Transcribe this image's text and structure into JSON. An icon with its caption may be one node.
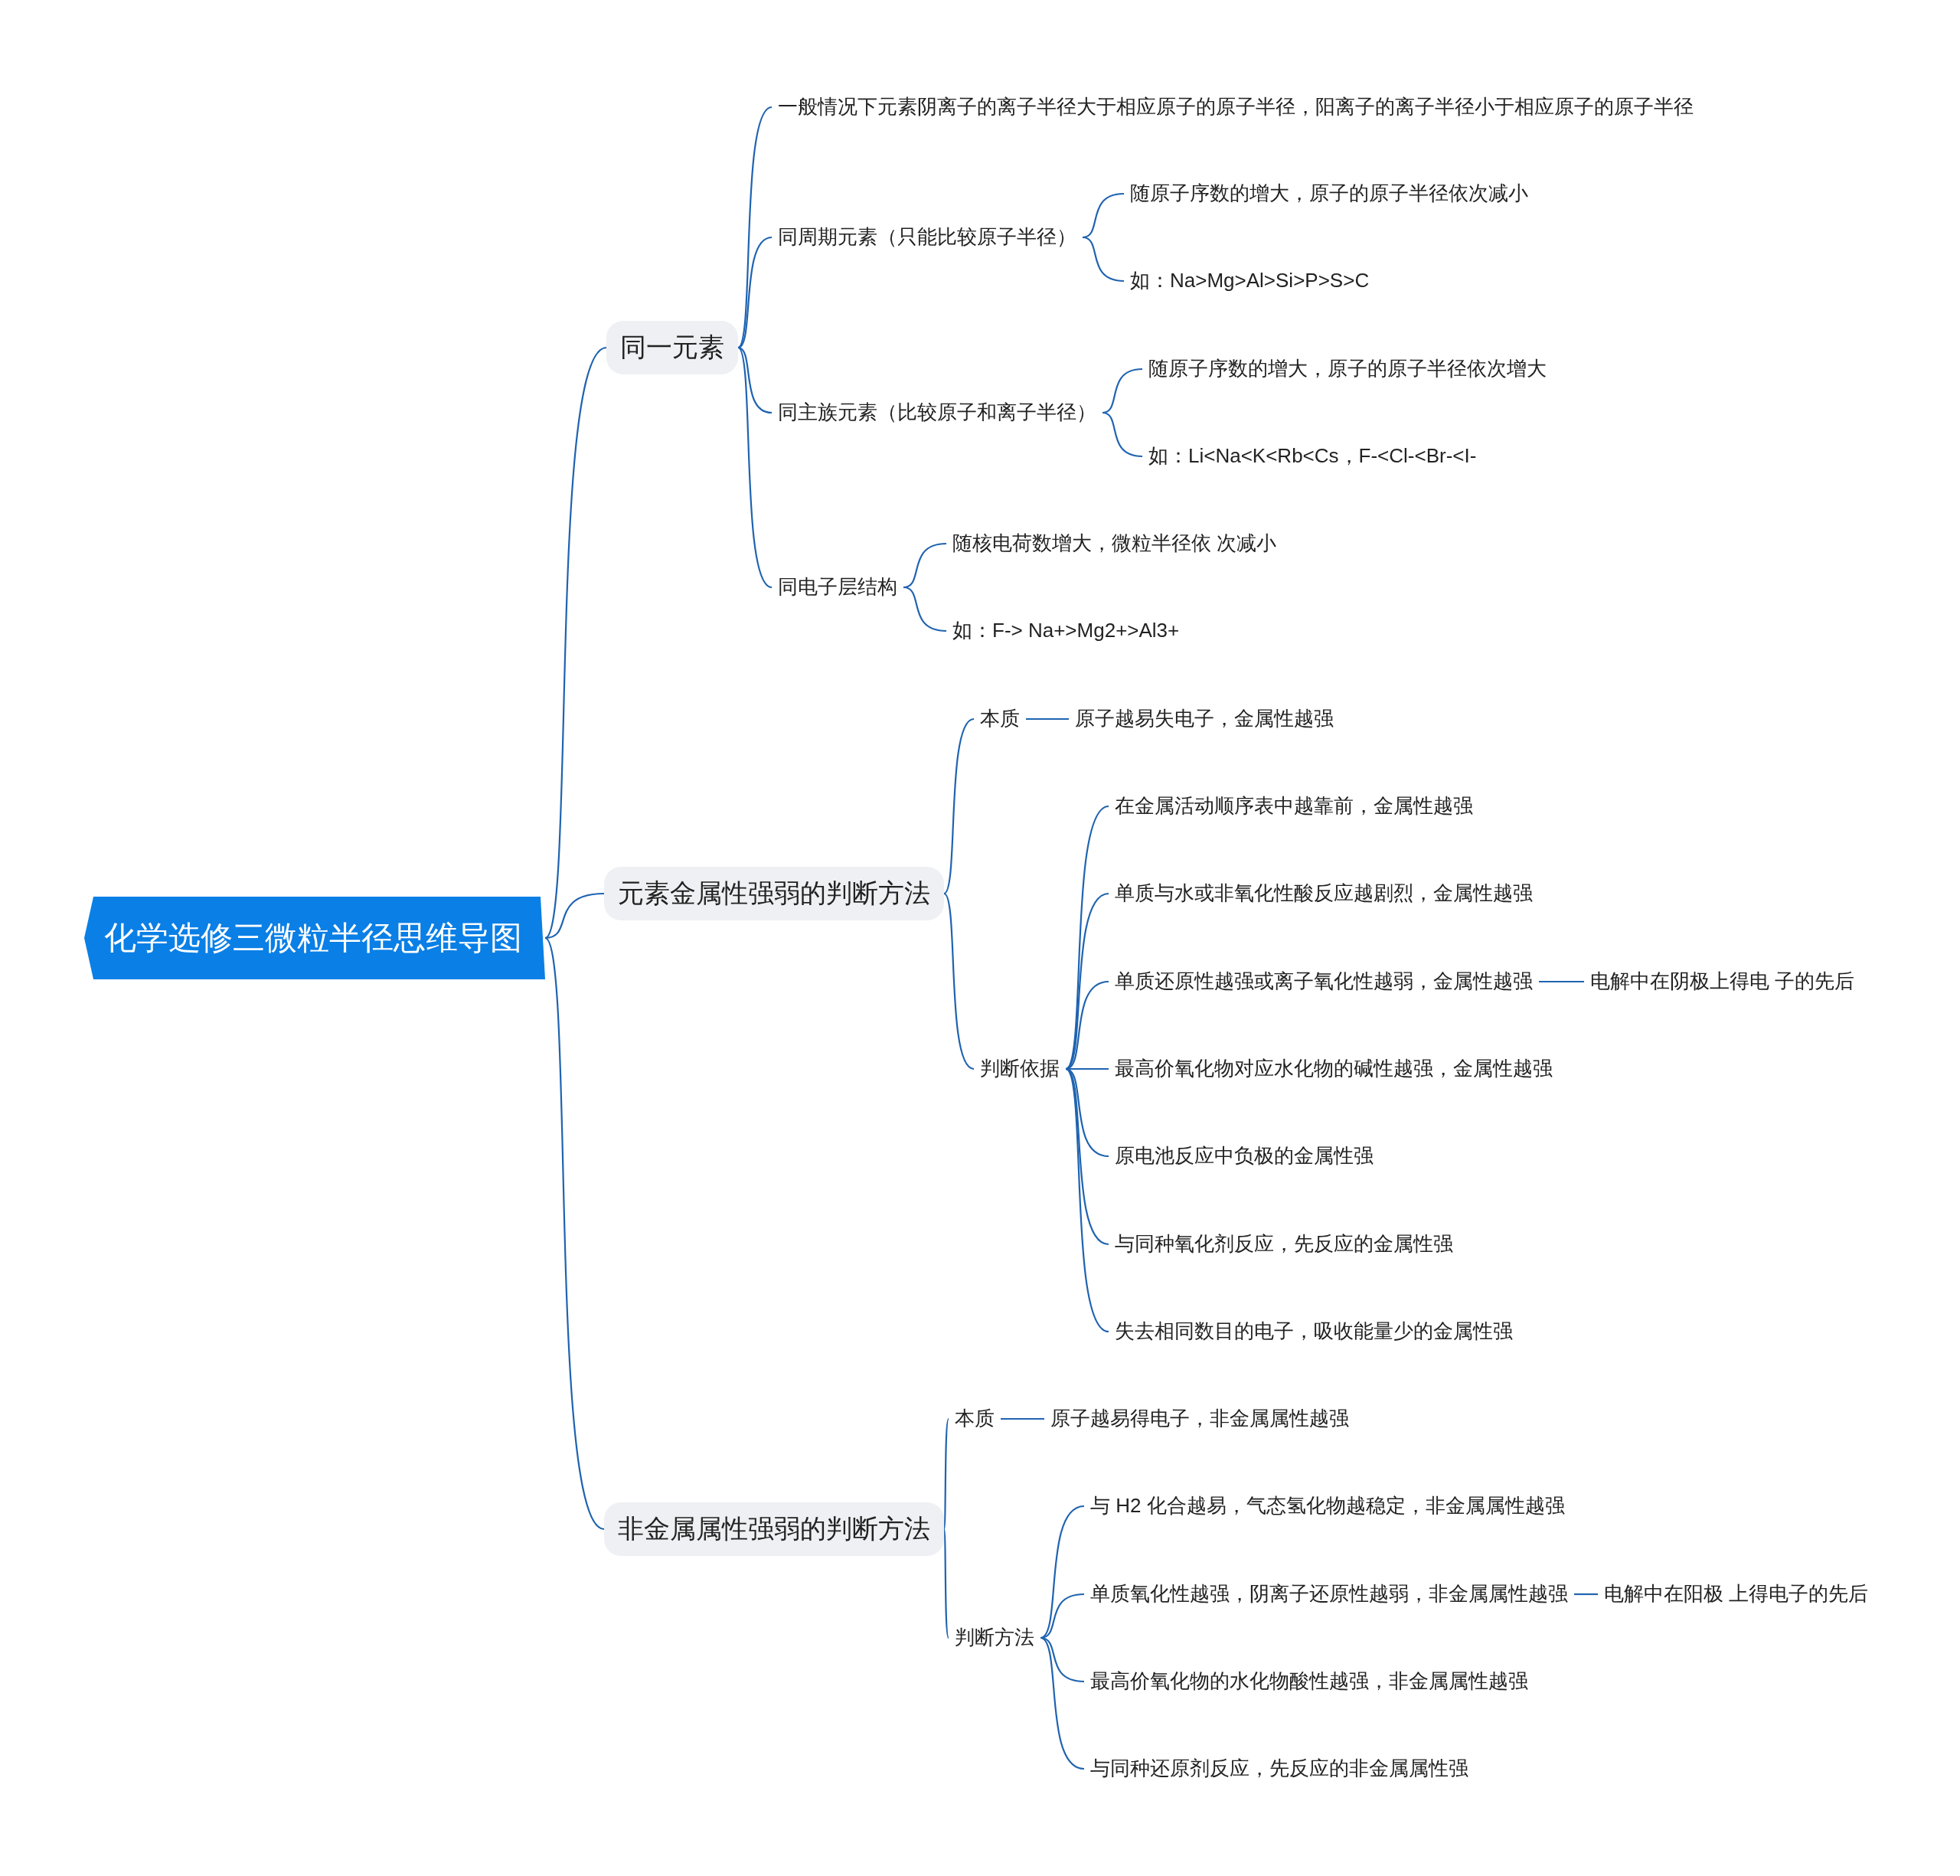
{
  "diagram": {
    "nodes": [
      {
        "text": [
          "化学选修三微粒半径思维导图"
        ]
      },
      {
        "text": [
          "同一元素"
        ]
      },
      {
        "text": [
          "元素金属性强弱的判断方法"
        ]
      },
      {
        "text": [
          "非金属属性强弱的判断方法"
        ]
      },
      {
        "text": [
          "一般情况下元素阴离子的离子半径大于相应原子的原子半径，阳离子的离子半径小于相应原子的原子半径"
        ]
      },
      {
        "text": [
          "同周期元素（只能比较原子半径）"
        ]
      },
      {
        "text": [
          "随原子序数的增大，原子的原子半径依次减小"
        ]
      },
      {
        "text": [
          "如：Na>Mg>Al>Si>P>S>C"
        ]
      },
      {
        "text": [
          "同主族元素（比较原子和离子半径）"
        ]
      },
      {
        "text": [
          "随原子序数的增大，原子的原子半径依次增大"
        ]
      },
      {
        "text": [
          "如：Li<Na<K<Rb<Cs，F-<Cl-<Br-<I-"
        ]
      },
      {
        "text": [
          "同电子层结构"
        ]
      },
      {
        "text": [
          "随核电荷数增大，微粒半径依 次减小"
        ]
      },
      {
        "text": [
          "如：F-> Na+>Mg2+>Al3+"
        ]
      },
      {
        "text": [
          "本质"
        ]
      },
      {
        "text": [
          "原子越易失电子，金属性越强"
        ]
      },
      {
        "text": [
          "判断依据"
        ]
      },
      {
        "text": [
          "在金属活动顺序表中越靠前，金属性越强"
        ]
      },
      {
        "text": [
          "单质与水或非氧化性酸反应越剧烈，金属性越强"
        ]
      },
      {
        "text": [
          "单质还原性越强或离子氧化性越弱，金属性越强"
        ]
      },
      {
        "text": [
          "电解中在阴极上得电 子的先后"
        ]
      },
      {
        "text": [
          "最高价氧化物对应水化物的碱性越强，金属性越强"
        ]
      },
      {
        "text": [
          "原电池反应中负极的金属性强"
        ]
      },
      {
        "text": [
          "与同种氧化剂反应，先反应的金属性强"
        ]
      },
      {
        "text": [
          "失去相同数目的电子，吸收能量少的金属性强"
        ]
      },
      {
        "text": [
          "本质"
        ]
      },
      {
        "text": [
          "原子越易得电子，非金属属性越强"
        ]
      },
      {
        "text": [
          "判断方法"
        ]
      },
      {
        "text": [
          "与 H2 化合越易，气态氢化物越稳定，非金属属性越强"
        ]
      },
      {
        "text": [
          "单质氧化性越强，阴离子还原性越弱，非金属属性越强"
        ]
      },
      {
        "text": [
          "电解中在阳极 上得电子的先后"
        ]
      },
      {
        "text": [
          "最高价氧化物的水化物酸性越强，非金属属性越强"
        ]
      },
      {
        "text": [
          "与同种还原剂反应，先反应的非金属属性强"
        ]
      }
    ],
    "edges": [
      {
        "from": 0,
        "to": 1,
        "arrow": "none"
      },
      {
        "from": 0,
        "to": 2,
        "arrow": "none"
      },
      {
        "from": 0,
        "to": 3,
        "arrow": "none"
      },
      {
        "from": 1,
        "to": 4,
        "arrow": "none"
      },
      {
        "from": 1,
        "to": 5,
        "arrow": "none"
      },
      {
        "from": 5,
        "to": 6,
        "arrow": "none"
      },
      {
        "from": 5,
        "to": 7,
        "arrow": "none"
      },
      {
        "from": 1,
        "to": 8,
        "arrow": "none"
      },
      {
        "from": 8,
        "to": 9,
        "arrow": "none"
      },
      {
        "from": 8,
        "to": 10,
        "arrow": "none"
      },
      {
        "from": 1,
        "to": 11,
        "arrow": "none"
      },
      {
        "from": 11,
        "to": 12,
        "arrow": "none"
      },
      {
        "from": 11,
        "to": 13,
        "arrow": "none"
      },
      {
        "from": 2,
        "to": 14,
        "arrow": "none"
      },
      {
        "from": 14,
        "to": 15,
        "arrow": "none"
      },
      {
        "from": 2,
        "to": 16,
        "arrow": "none"
      },
      {
        "from": 16,
        "to": 17,
        "arrow": "none"
      },
      {
        "from": 16,
        "to": 18,
        "arrow": "none"
      },
      {
        "from": 16,
        "to": 19,
        "arrow": "none"
      },
      {
        "from": 19,
        "to": 20,
        "arrow": "none"
      },
      {
        "from": 16,
        "to": 21,
        "arrow": "none"
      },
      {
        "from": 16,
        "to": 22,
        "arrow": "none"
      },
      {
        "from": 16,
        "to": 23,
        "arrow": "none"
      },
      {
        "from": 16,
        "to": 24,
        "arrow": "none"
      },
      {
        "from": 3,
        "to": 25,
        "arrow": "none"
      },
      {
        "from": 25,
        "to": 26,
        "arrow": "none"
      },
      {
        "from": 3,
        "to": 27,
        "arrow": "none"
      },
      {
        "from": 27,
        "to": 28,
        "arrow": "none"
      },
      {
        "from": 27,
        "to": 29,
        "arrow": "none"
      },
      {
        "from": 29,
        "to": 30,
        "arrow": "none"
      },
      {
        "from": 27,
        "to": 31,
        "arrow": "none"
      },
      {
        "from": 27,
        "to": 32,
        "arrow": "none"
      }
    ]
  }
}
